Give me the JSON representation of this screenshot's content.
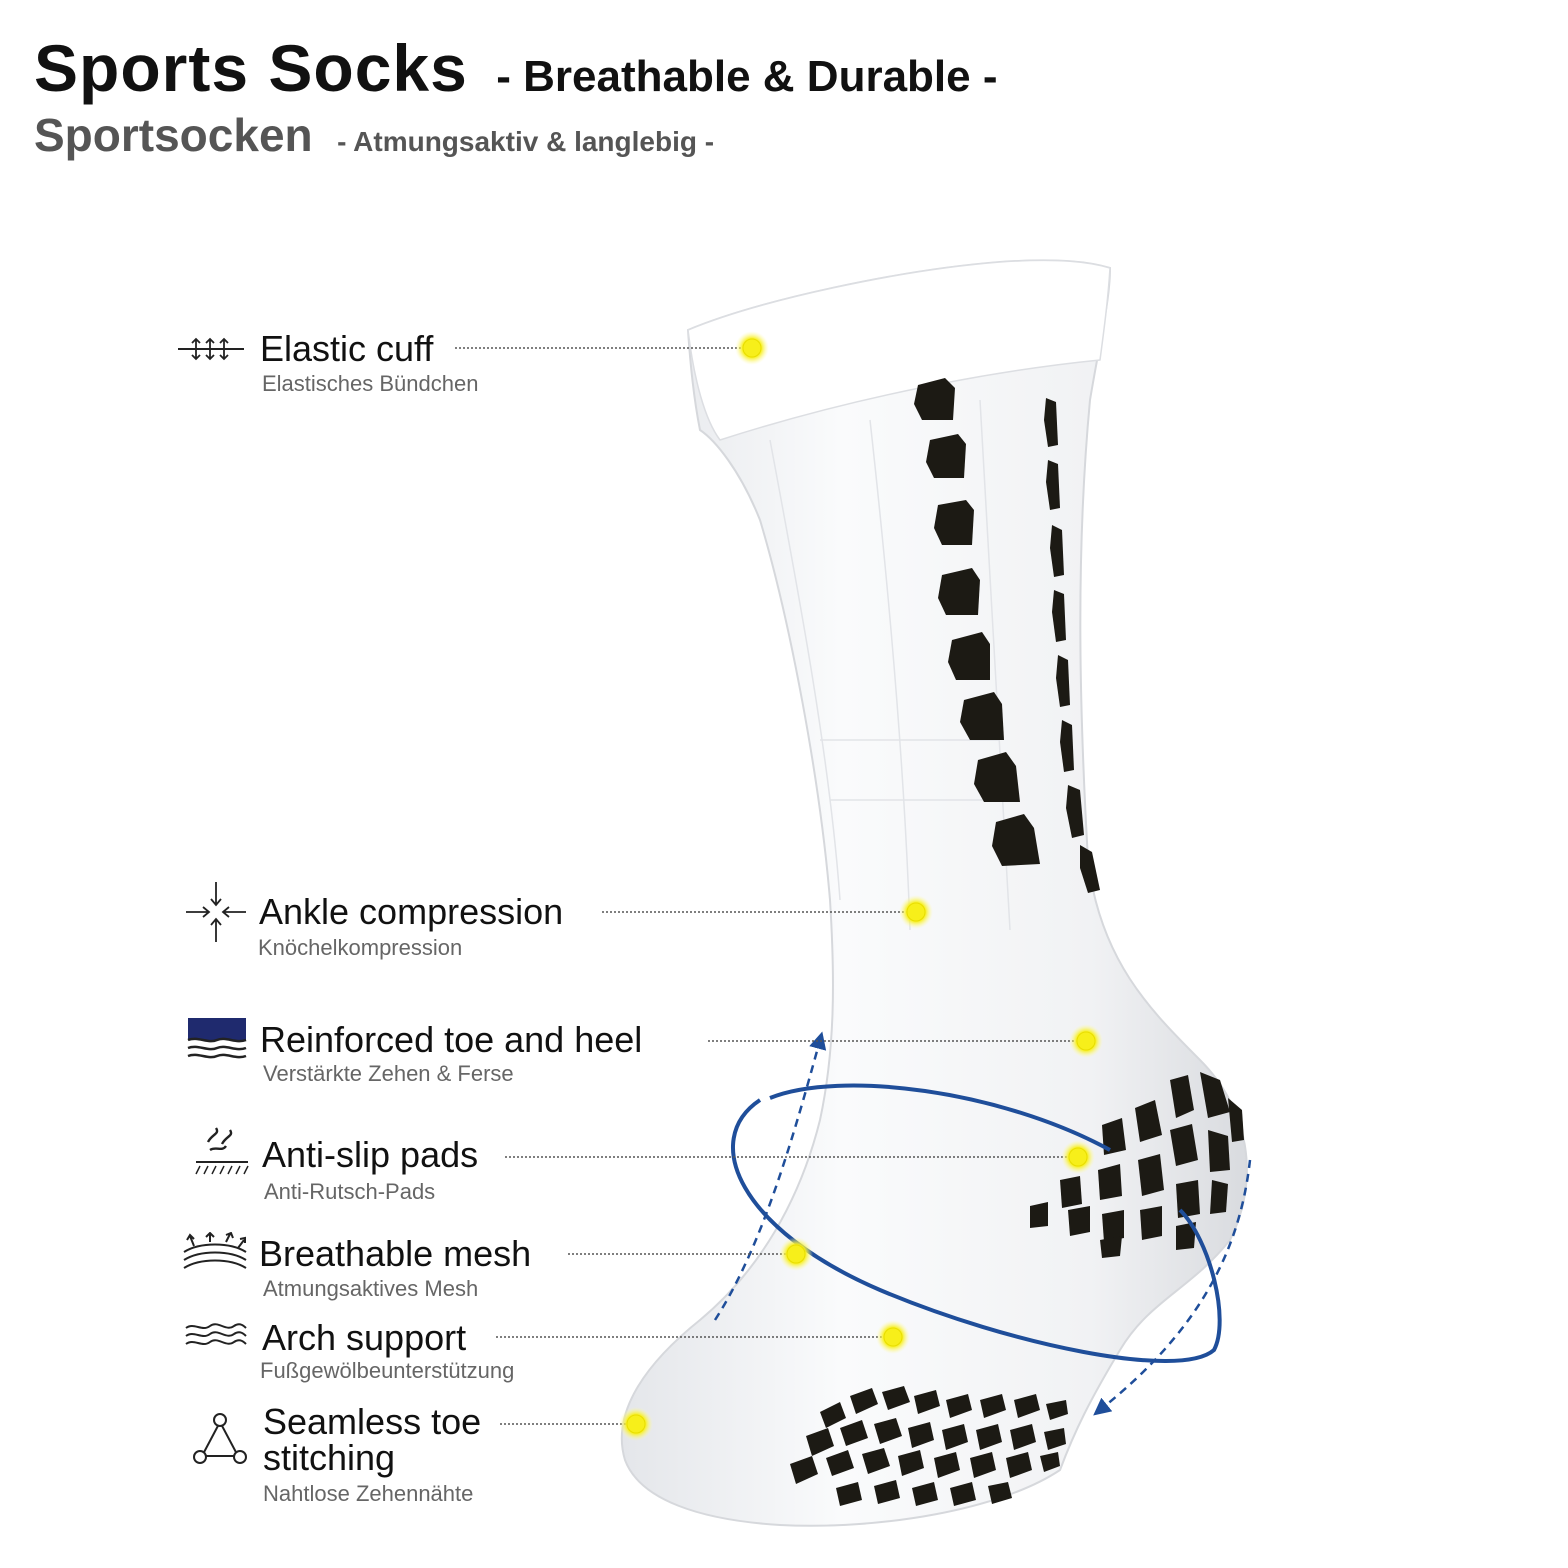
{
  "header": {
    "title": "Sports Socks",
    "title_tagline": "- Breathable & Durable -",
    "subtitle": "Sportsocken",
    "subtitle_tagline": "- Atmungsaktiv & langlebig -"
  },
  "features": [
    {
      "id": "elastic-cuff",
      "title": "Elastic cuff",
      "subtitle": "Elastisches Bündchen",
      "icon": "elastic-arrows-icon"
    },
    {
      "id": "ankle-compression",
      "title": "Ankle compression",
      "subtitle": "Knöchelkompression",
      "icon": "compression-arrows-icon"
    },
    {
      "id": "reinforced-toe-heel",
      "title": "Reinforced toe and heel",
      "subtitle": "Verstärkte Zehen & Ferse",
      "icon": "reinforced-layer-icon"
    },
    {
      "id": "anti-slip-pads",
      "title": "Anti-slip pads",
      "subtitle": "Anti-Rutsch-Pads",
      "icon": "anti-slip-icon"
    },
    {
      "id": "breathable-mesh",
      "title": "Breathable mesh",
      "subtitle": "Atmungsaktives Mesh",
      "icon": "breathable-air-icon"
    },
    {
      "id": "arch-support",
      "title": "Arch support",
      "subtitle": "Fußgewölbeunterstützung",
      "icon": "wave-layers-icon"
    },
    {
      "id": "seamless-toe",
      "title": "Seamless toe\nstitching",
      "title_line1": "Seamless toe",
      "title_line2": "stitching",
      "subtitle": "Nahtlose Zehennähte",
      "icon": "triangle-nodes-icon"
    }
  ],
  "colors": {
    "marker": "#f7ef1a",
    "marker_glow": "#fffbb0",
    "accent_blue": "#1f4e9a",
    "pad": "#1c1a14",
    "sock": "#f4f5f7",
    "sock_shadow": "#dcdee2"
  }
}
